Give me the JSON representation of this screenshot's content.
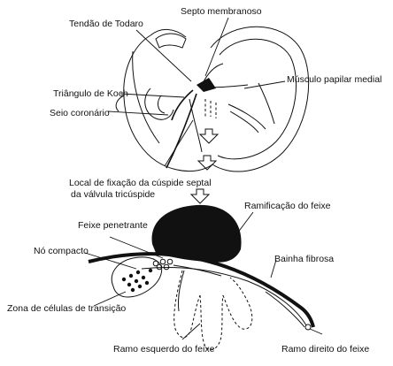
{
  "labels": {
    "tendao": "Tendão de Todaro",
    "septo": "Septo membranoso",
    "musculo": "Músculo papilar medial",
    "triangulo": "Triângulo de Koch",
    "seio": "Seio coronário",
    "local1": "Local de fixação da cúspide septal",
    "local2": "da válvula tricúspide",
    "feixe_pen": "Feixe penetrante",
    "ramificacao": "Ramificação do feixe",
    "no": "Nó compacto",
    "bainha": "Bainha fibrosa",
    "zona": "Zona de células de transição",
    "ramo_esq": "Ramo esquerdo do feixe",
    "ramo_dir": "Ramo direito do feixe"
  }
}
